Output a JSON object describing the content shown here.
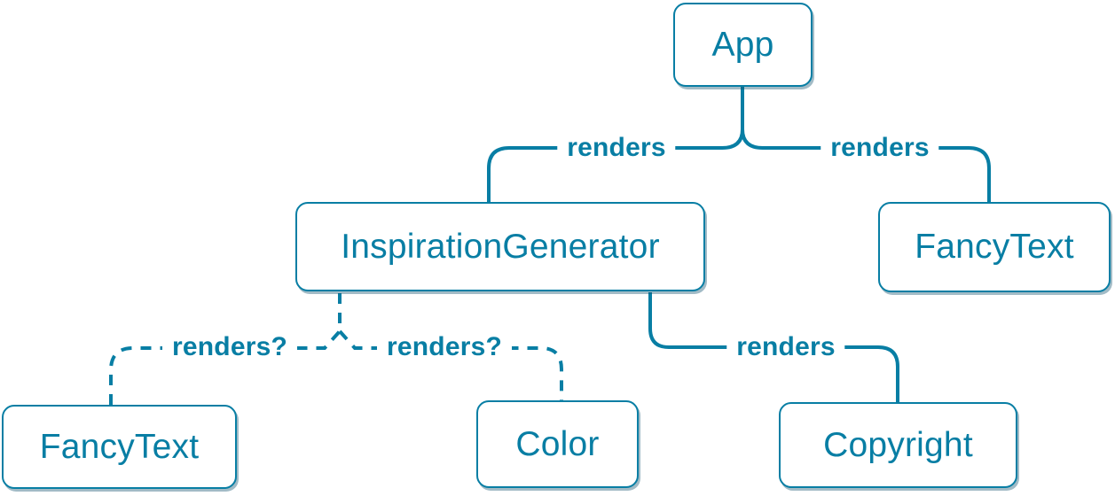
{
  "colors": {
    "accent": "#087EA4",
    "node_bg": "#FFFFFF"
  },
  "nodes": [
    {
      "id": "app",
      "label": "App"
    },
    {
      "id": "inspiration-generator",
      "label": "InspirationGenerator"
    },
    {
      "id": "fancy-text-top",
      "label": "FancyText"
    },
    {
      "id": "fancy-text-bottom",
      "label": "FancyText"
    },
    {
      "id": "color",
      "label": "Color"
    },
    {
      "id": "copyright",
      "label": "Copyright"
    }
  ],
  "edges": [
    {
      "from": "App",
      "to": "InspirationGenerator",
      "label": "renders",
      "style": "solid"
    },
    {
      "from": "App",
      "to": "FancyText",
      "label": "renders",
      "style": "solid"
    },
    {
      "from": "InspirationGenerator",
      "to": "FancyText",
      "label": "renders?",
      "style": "dashed"
    },
    {
      "from": "InspirationGenerator",
      "to": "Color",
      "label": "renders?",
      "style": "dashed"
    },
    {
      "from": "InspirationGenerator",
      "to": "Copyright",
      "label": "renders",
      "style": "solid"
    }
  ]
}
